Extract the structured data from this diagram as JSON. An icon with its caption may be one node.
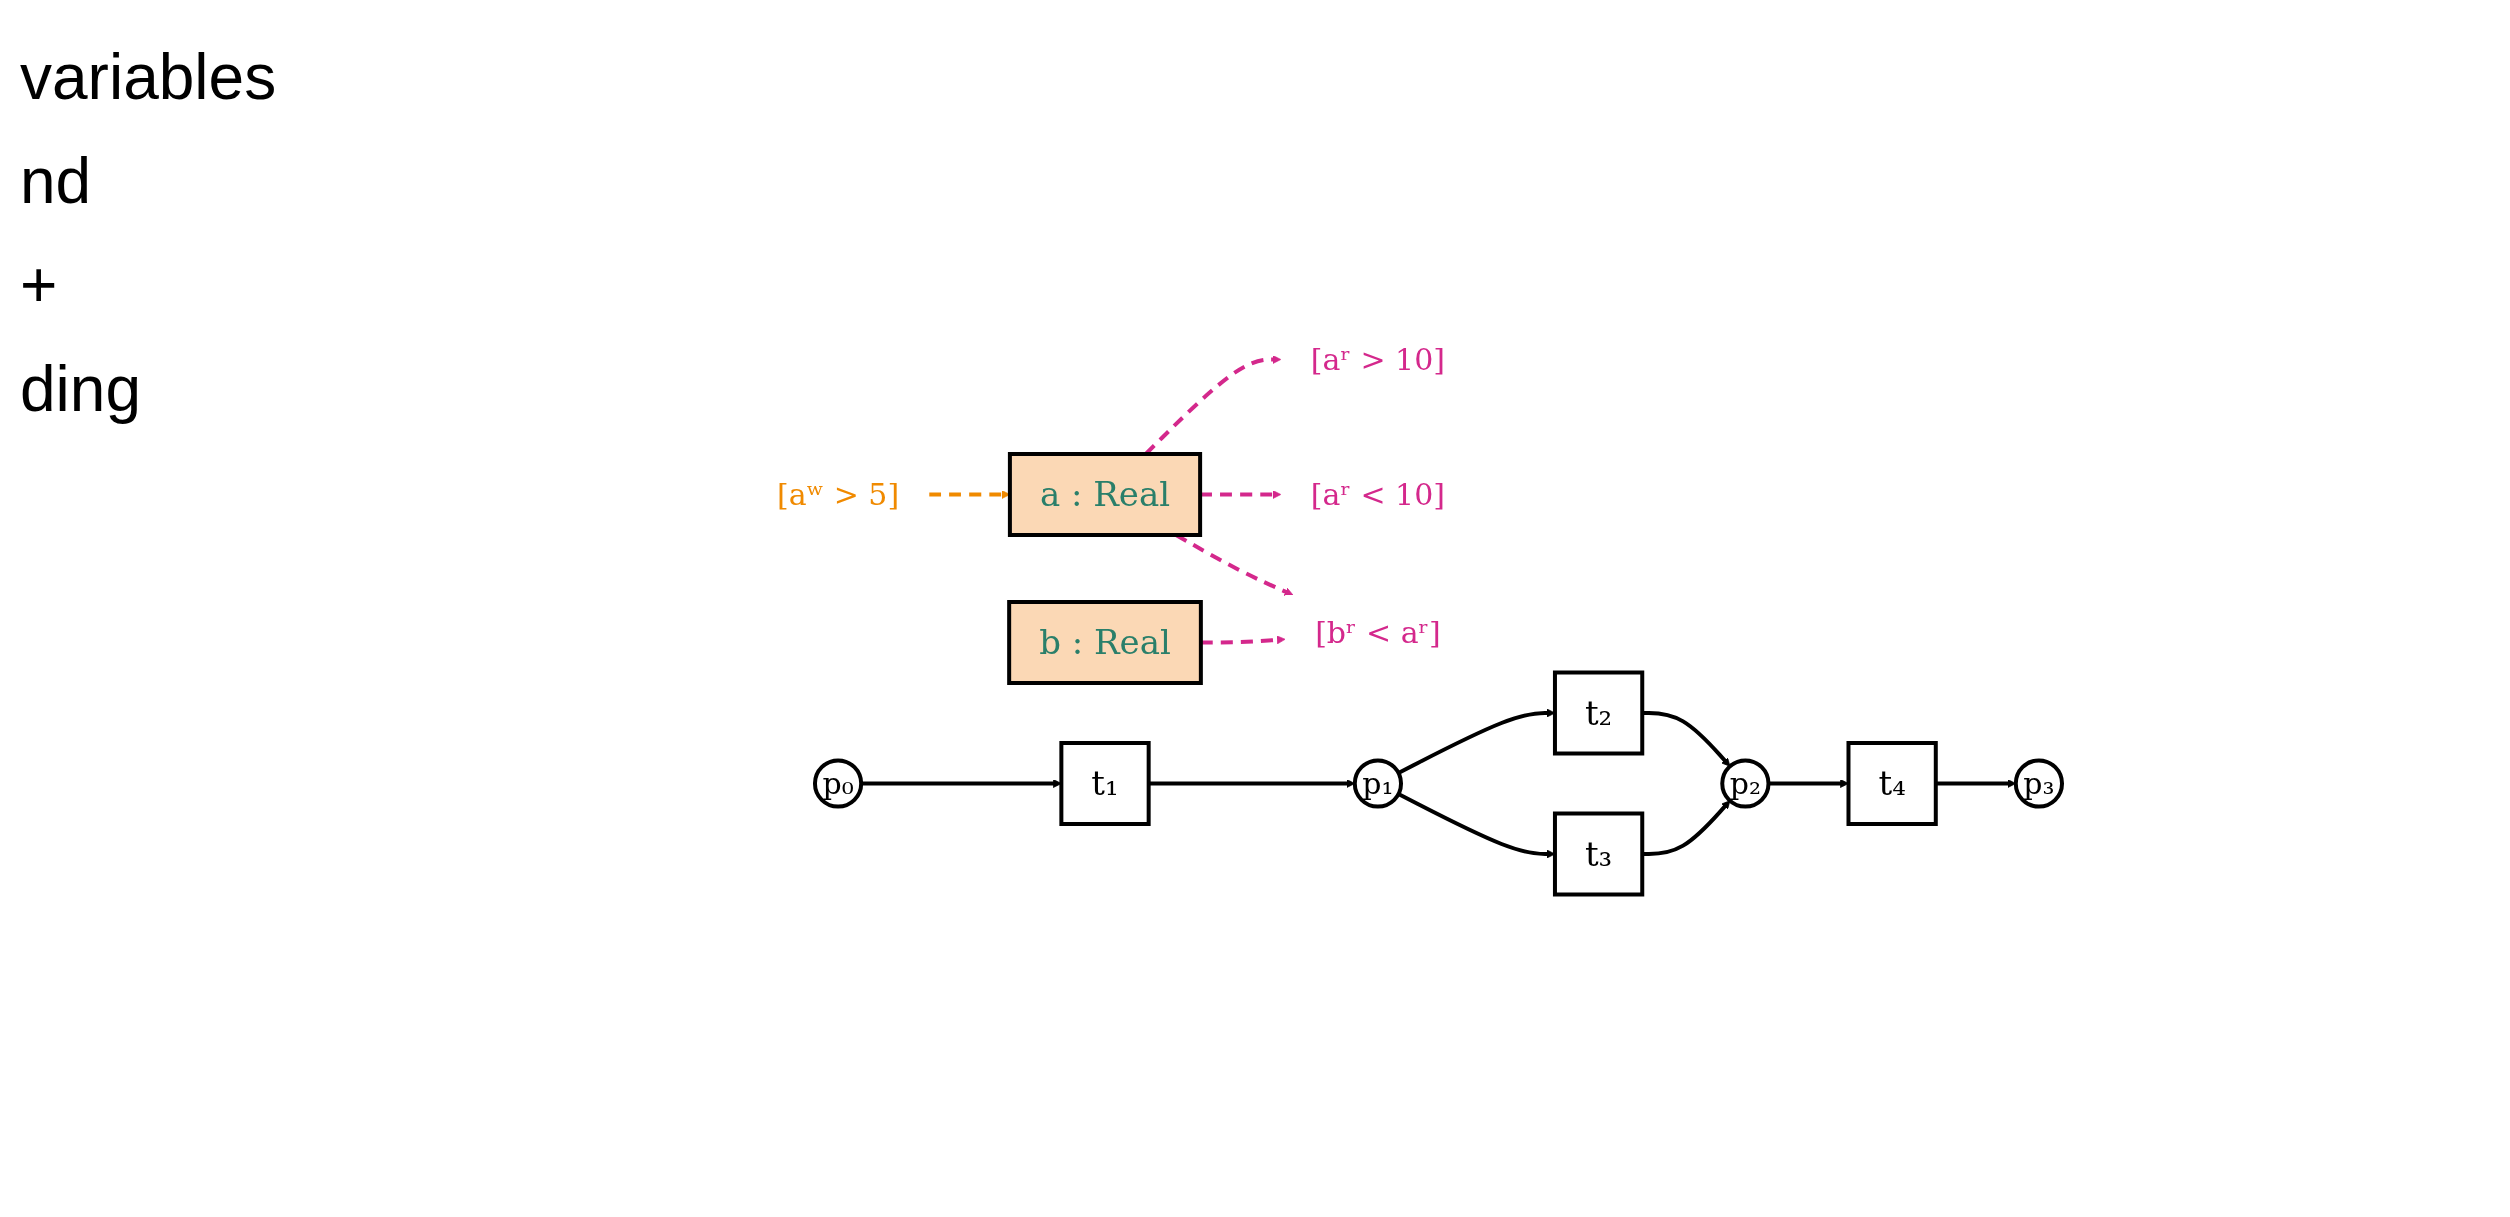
{
  "diagram": {
    "nodes": [
      {
        "text": [
          "a : Real"
        ]
      },
      {
        "text": [
          "b : Real"
        ]
      },
      {
        "text": [
          "[aʷ > 5]"
        ]
      },
      {
        "text": [
          "[aʳ > 10]"
        ]
      },
      {
        "text": [
          "[bʳ < aʳ]"
        ]
      },
      {
        "text": [
          "p₀"
        ]
      },
      {
        "text": [
          "t₁"
        ]
      },
      {
        "text": [
          "p₁"
        ]
      },
      {
        "text": [
          "t₂"
        ]
      },
      {
        "text": [
          "p₂"
        ]
      },
      {
        "text": [
          "t₄"
        ]
      },
      {
        "text": [
          "p₃"
        ]
      },
      {
        "text": [
          "[aʳ < 10]"
        ]
      },
      {
        "text": [
          "t₃"
        ]
      }
    ],
    "edges": [
      {
        "from": 5,
        "to": 6,
        "arrow": "to"
      },
      {
        "from": 6,
        "to": 7,
        "arrow": "to"
      },
      {
        "from": 7,
        "to": 8,
        "arrow": "to"
      },
      {
        "from": 8,
        "to": 9,
        "arrow": "to"
      },
      {
        "from": 9,
        "to": 10,
        "arrow": "to"
      },
      {
        "from": 10,
        "to": 11,
        "arrow": "to"
      },
      {
        "from": 7,
        "to": 13,
        "arrow": "to"
      },
      {
        "from": 13,
        "to": 9,
        "arrow": "to"
      },
      {
        "from": 2,
        "to": 0,
        "arrow": "to",
        "style": "dashed",
        "color": "#f08a00"
      },
      {
        "from": 0,
        "to": 3,
        "arrow": "to",
        "style": "dashed",
        "color": "#d4288c"
      },
      {
        "from": 0,
        "to": 12,
        "arrow": "to",
        "style": "dashed",
        "color": "#d4288c"
      },
      {
        "from": 0,
        "to": 4,
        "arrow": "to",
        "style": "dashed",
        "color": "#d4288c"
      },
      {
        "from": 1,
        "to": 4,
        "arrow": "to",
        "style": "dashed",
        "color": "#d4288c"
      }
    ],
    "labels": [
      "variables",
      "nd",
      "+",
      "ding"
    ]
  }
}
